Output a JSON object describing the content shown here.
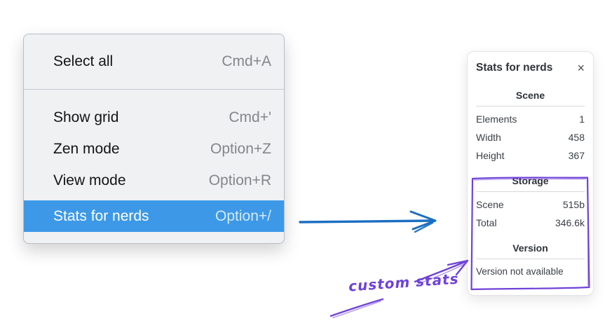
{
  "menu": {
    "items": [
      {
        "label": "Select all",
        "shortcut": "Cmd+A"
      },
      {
        "label": "Show grid",
        "shortcut": "Cmd+'"
      },
      {
        "label": "Zen mode",
        "shortcut": "Option+Z"
      },
      {
        "label": "View mode",
        "shortcut": "Option+R"
      },
      {
        "label": "Stats for nerds",
        "shortcut": "Option+/",
        "selected": true
      }
    ],
    "highlight_color": "#3d99e8"
  },
  "stats_panel": {
    "title": "Stats for nerds",
    "close_icon": "×",
    "sections": [
      {
        "heading": "Scene",
        "rows": [
          [
            "Elements",
            "1"
          ],
          [
            "Width",
            "458"
          ],
          [
            "Height",
            "367"
          ]
        ]
      },
      {
        "heading": "Storage",
        "rows": [
          [
            "Scene",
            "515b"
          ],
          [
            "Total",
            "346.6k"
          ]
        ]
      },
      {
        "heading": "Version",
        "note": "Version not available"
      }
    ]
  },
  "annotations": {
    "custom_stats_label": "custom stats",
    "flow_arrow_color": "#1b6ec2",
    "annotation_color": "#6f42d8"
  }
}
